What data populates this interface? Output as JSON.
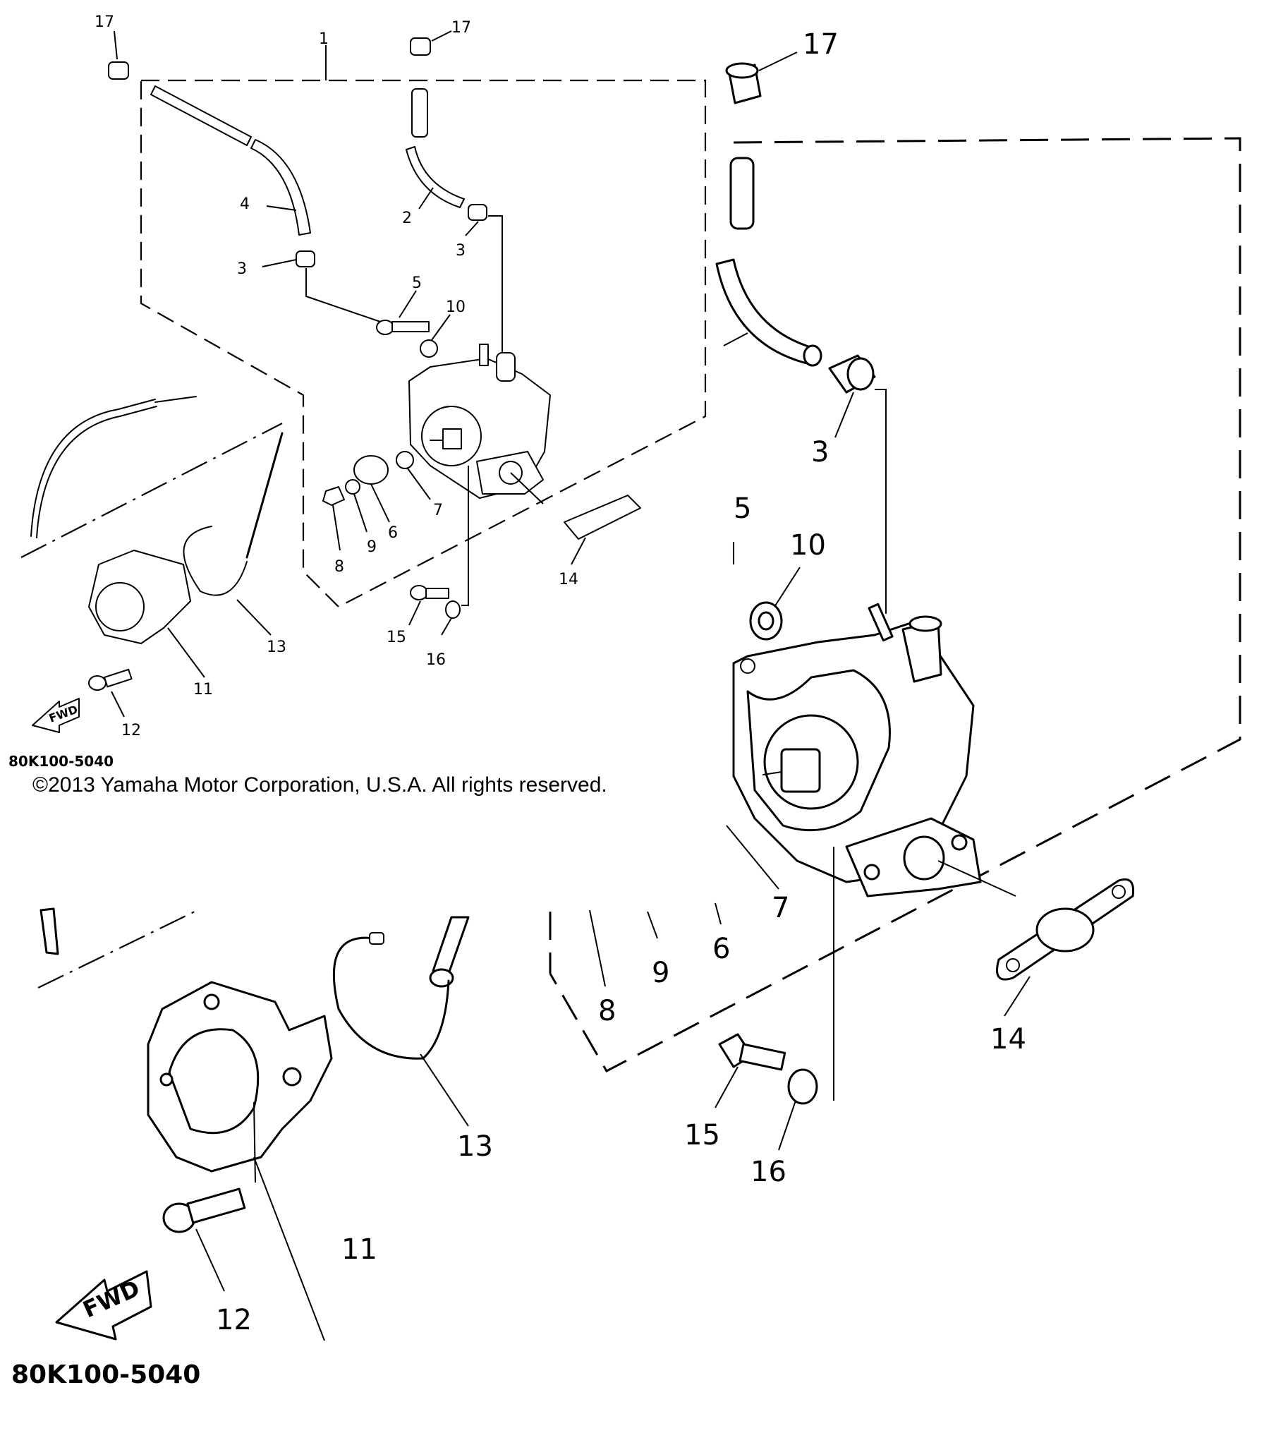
{
  "copyright": "©2013 Yamaha Motor Corporation, U.S.A. All rights reserved.",
  "diagram_code": "80K100-5040",
  "fwd_label": "FWD",
  "callouts": {
    "c1": "1",
    "c2": "2",
    "c3": "3",
    "c4": "4",
    "c5": "5",
    "c6": "6",
    "c7": "7",
    "c8": "8",
    "c9": "9",
    "c10": "10",
    "c11": "11",
    "c12": "12",
    "c13": "13",
    "c14": "14",
    "c15": "15",
    "c16": "16",
    "c17": "17"
  }
}
